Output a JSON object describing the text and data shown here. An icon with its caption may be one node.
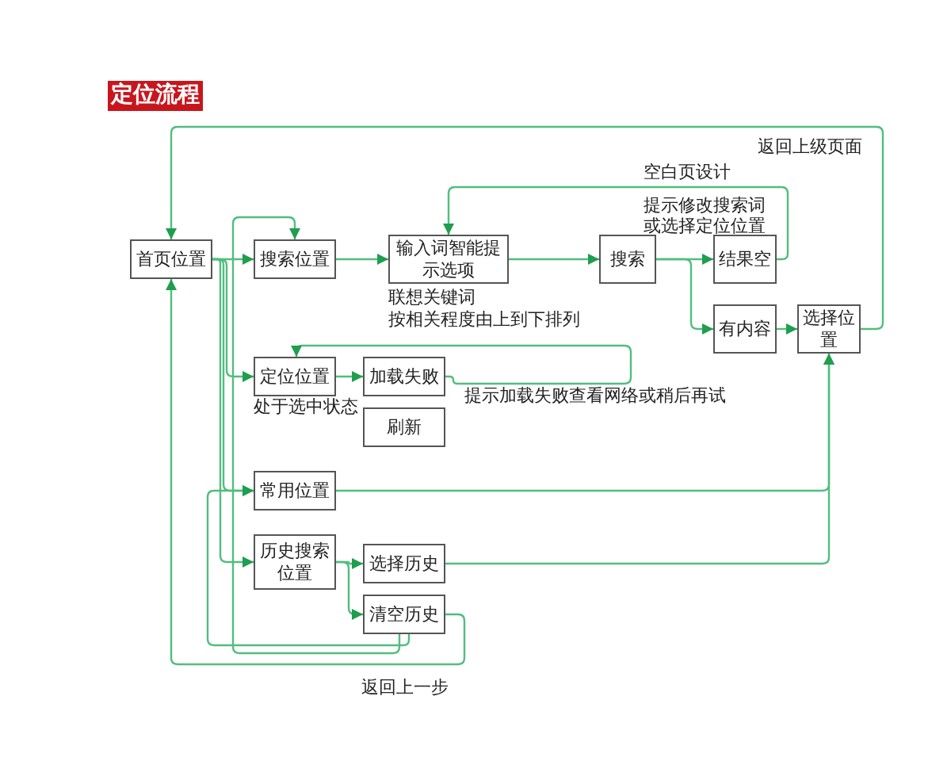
{
  "diagram": {
    "title": "定位流程",
    "nodes": [
      {
        "text": [
          "首页位置"
        ]
      },
      {
        "text": [
          "搜索位置"
        ]
      },
      {
        "text": [
          "输入词智能提示选项"
        ],
        "beside": [
          "联想关键词",
          "按相关程度由上到下排列"
        ]
      },
      {
        "text": [
          "搜索"
        ]
      },
      {
        "text": [
          "结果空"
        ]
      },
      {
        "text": [
          "有内容"
        ]
      },
      {
        "text": [
          "选择位置"
        ]
      },
      {
        "text": [
          "定位位置"
        ],
        "beside": [
          "处于选中状态"
        ]
      },
      {
        "text": [
          "加载失败"
        ]
      },
      {
        "text": [
          "刷新"
        ]
      },
      {
        "text": [
          "常用位置"
        ]
      },
      {
        "text": [
          "历史搜索位置"
        ]
      },
      {
        "text": [
          "选择历史"
        ]
      },
      {
        "text": [
          "清空历史"
        ]
      }
    ],
    "edges": [
      {
        "from": 0,
        "to": 1,
        "arrow": "to"
      },
      {
        "from": 0,
        "to": 7,
        "arrow": "to"
      },
      {
        "from": 0,
        "to": 10,
        "arrow": "to"
      },
      {
        "from": 0,
        "to": 11,
        "arrow": "to"
      },
      {
        "from": 1,
        "to": 2,
        "arrow": "to"
      },
      {
        "from": 2,
        "to": 3,
        "arrow": "to"
      },
      {
        "from": 3,
        "to": 4,
        "arrow": "to"
      },
      {
        "from": 3,
        "to": 5,
        "arrow": "to"
      },
      {
        "from": 4,
        "to": 2,
        "arrow": "to",
        "label": "提示修改搜索词或选择定位位置"
      },
      {
        "from": 5,
        "to": 6,
        "arrow": "to"
      },
      {
        "from": 6,
        "to": 0,
        "arrow": "to",
        "label": "返回上级页面"
      },
      {
        "from": 7,
        "to": 8,
        "arrow": "to"
      },
      {
        "from": 8,
        "to": 7,
        "arrow": "to",
        "label": "提示加载失败查看网络或稍后再试"
      },
      {
        "from": 10,
        "to": 6,
        "arrow": "to"
      },
      {
        "from": 11,
        "to": 12,
        "arrow": "to"
      },
      {
        "from": 11,
        "to": 13,
        "arrow": "to"
      },
      {
        "from": 12,
        "to": 6,
        "arrow": "to"
      },
      {
        "from": 13,
        "to": 0,
        "arrow": "to",
        "label": "返回上一步"
      },
      {
        "from": 13,
        "to": 10,
        "arrow": "to"
      },
      {
        "from": 13,
        "to": 1,
        "arrow": "to"
      }
    ],
    "labels": [
      "空白页设计"
    ]
  }
}
